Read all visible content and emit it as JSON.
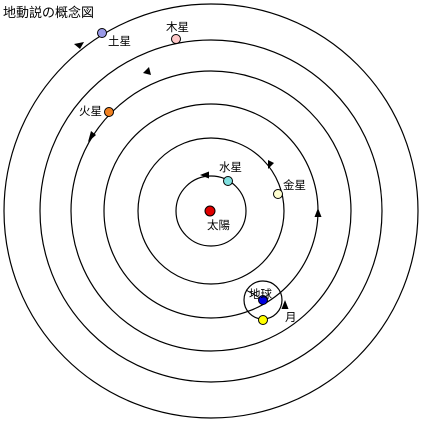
{
  "title": "地動説の概念図",
  "labels": {
    "sun": "太陽",
    "mercury": "水星",
    "venus": "金星",
    "earth": "地球",
    "moon": "月",
    "mars": "火星",
    "jupiter": "木星",
    "saturn": "土星"
  },
  "colors": {
    "sun": "#e00000",
    "mercury": "#7fdfdf",
    "venus": "#ffffd0",
    "earth": "#0000e0",
    "moon": "#ffff00",
    "mars": "#f08020",
    "jupiter": "#ffc8c8",
    "saturn": "#9a9ae8"
  }
}
